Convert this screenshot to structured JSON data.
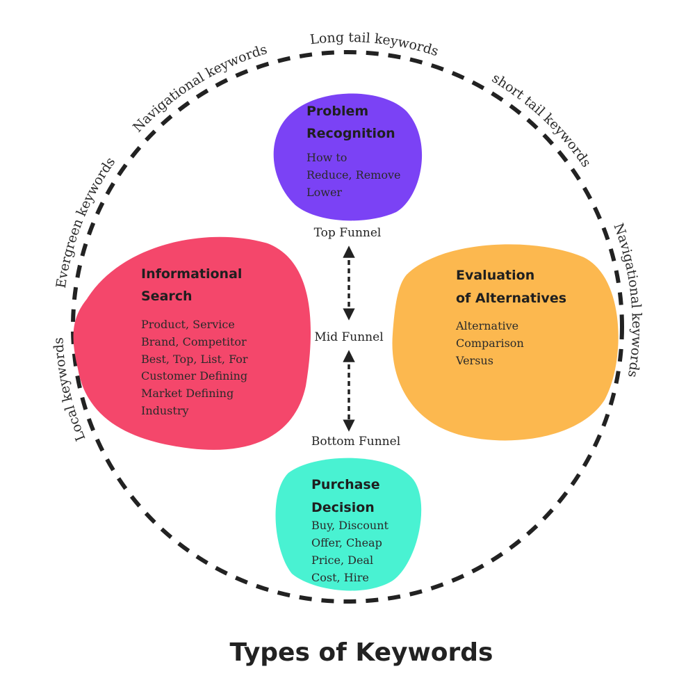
{
  "title": "Types of Keywords",
  "ring_labels": [
    "Local keywords",
    "Evergreen keywords",
    "Navigational keywords",
    "Long tail keywords",
    "short tail keywords",
    "Navigational keywords"
  ],
  "funnel": {
    "top": "Top Funnel",
    "mid": "Mid Funnel",
    "bottom": "Bottom Funnel"
  },
  "stages": {
    "problem": {
      "title": [
        "Problem",
        "Recognition"
      ],
      "lines": [
        "How to",
        "Reduce, Remove",
        "Lower"
      ],
      "color": "#7b42f5"
    },
    "informational": {
      "title": [
        "Informational",
        "Search"
      ],
      "lines": [
        "Product, Service",
        "Brand, Competitor",
        "Best, Top, List, For",
        "Customer Defining",
        "Market Defining",
        "Industry"
      ],
      "color": "#f4476b"
    },
    "evaluation": {
      "title": [
        "Evaluation",
        "of Alternatives"
      ],
      "lines": [
        "Alternative",
        "Comparison",
        "Versus"
      ],
      "color": "#fcb84f"
    },
    "purchase": {
      "title": [
        "Purchase",
        "Decision"
      ],
      "lines": [
        "Buy, Discount",
        "Offer, Cheap",
        "Price, Deal",
        "Cost, Hire"
      ],
      "color": "#49f2d2"
    }
  }
}
